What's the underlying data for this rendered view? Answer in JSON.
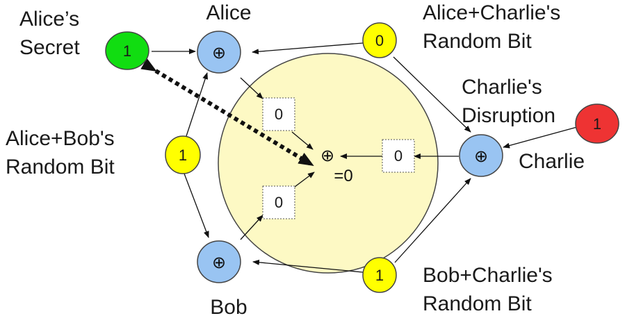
{
  "labels": {
    "alice_secret": [
      "Alice’s",
      "Secret"
    ],
    "alice": "Alice",
    "bob": "Bob",
    "charlie": "Charlie",
    "charlie_disruption": [
      "Charlie's",
      "Disruption"
    ],
    "ac_random": [
      "Alice+Charlie's",
      "Random Bit"
    ],
    "ab_random": [
      "Alice+Bob's",
      "Random Bit"
    ],
    "bc_random": [
      "Bob+Charlie's",
      "Random Bit"
    ]
  },
  "nodes": {
    "alice_secret": "1",
    "ac_bit": "0",
    "ab_bit": "1",
    "bc_bit": "1",
    "charlie_disruption": "1",
    "xor_symbol": "⊕"
  },
  "messages": {
    "alice_out": "0",
    "charlie_out": "0",
    "bob_out": "0"
  },
  "result": "=0",
  "colors": {
    "secret_green": "#11dd11",
    "random_yellow": "#ffff00",
    "disruption_red": "#ee3333",
    "xor_blue": "#99c4f2",
    "circle_fill": "#fdf9c4"
  }
}
